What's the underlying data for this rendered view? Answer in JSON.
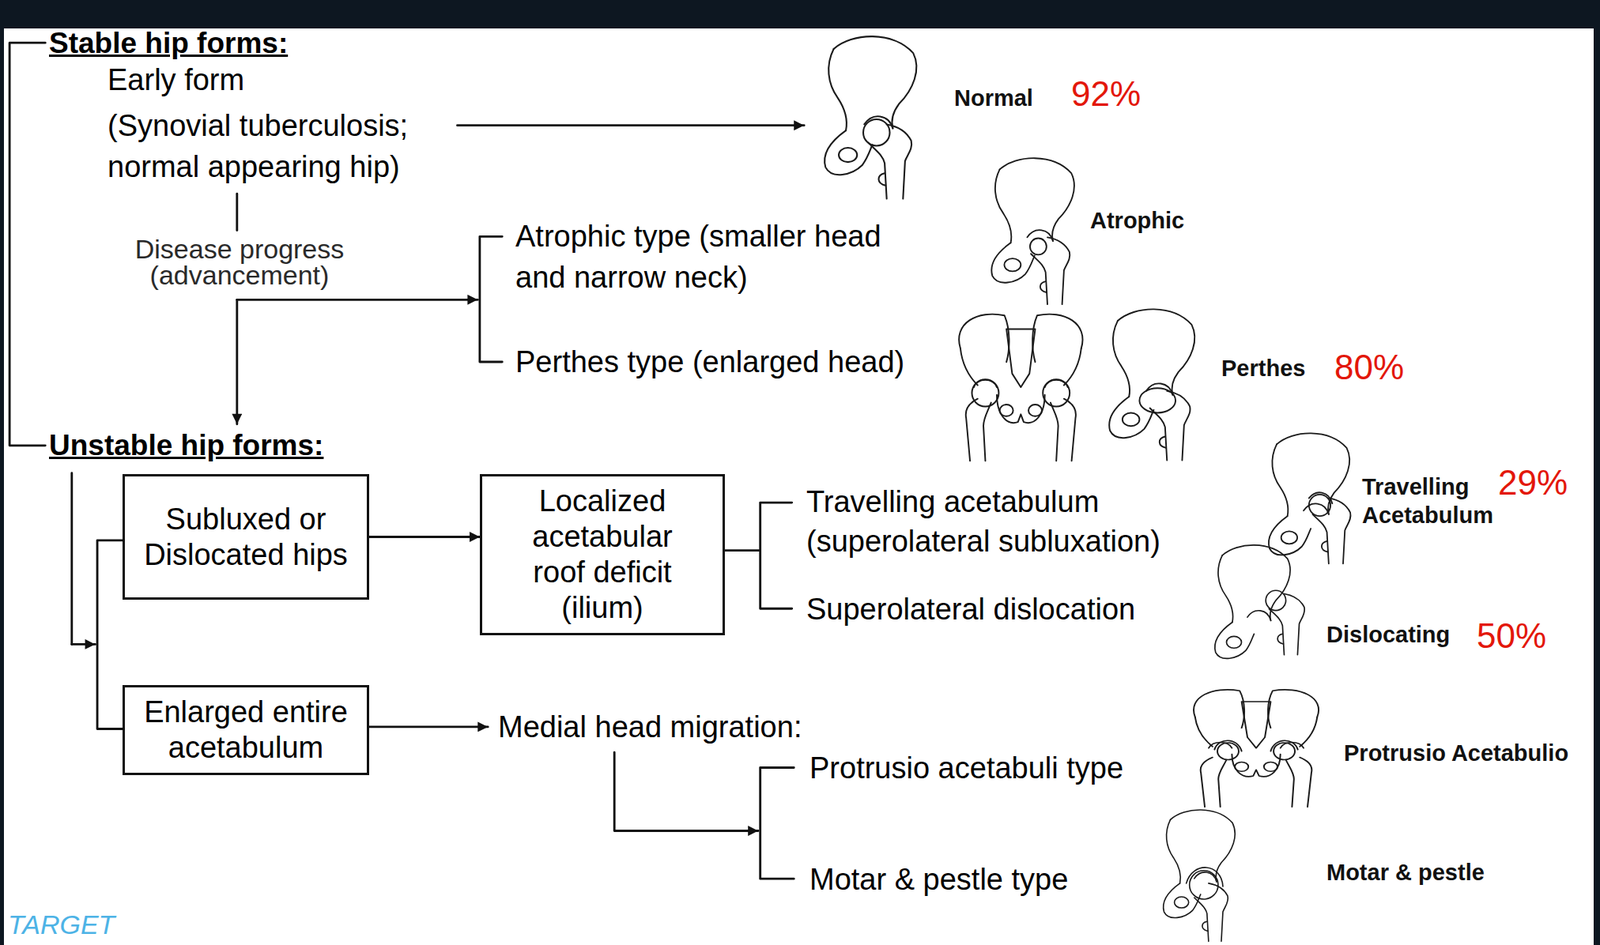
{
  "diagram": {
    "nodes": [
      {
        "text": [
          "Subluxed or Dislocated hips"
        ]
      },
      {
        "text": [
          "Localized acetabular roof deficit (ilium)"
        ]
      },
      {
        "text": [
          "Enlarged entire acetabulum"
        ]
      }
    ],
    "edges": [
      {
        "from": 0,
        "to": 1,
        "arrow": "to"
      }
    ],
    "labels": [
      "Stable hip forms:",
      "Early form",
      "(Synovial tuberculosis; normal appearing hip)",
      "Disease progress (advancement)",
      "Atrophic type (smaller head and narrow neck)",
      "Perthes type (enlarged head)",
      "Unstable hip forms:",
      "Travelling acetabulum (superolateral subluxation)",
      "Superolateral dislocation",
      "Medial head migration:",
      "Protrusio acetabuli type",
      "Motar & pestle type",
      "Normal",
      "92%",
      "Atrophic",
      "Perthes",
      "80%",
      "Travelling Acetabulum",
      "29%",
      "Dislocating",
      "50%",
      "Protrusio Acetabulio",
      "Motar & pestle",
      "TARGET"
    ]
  }
}
